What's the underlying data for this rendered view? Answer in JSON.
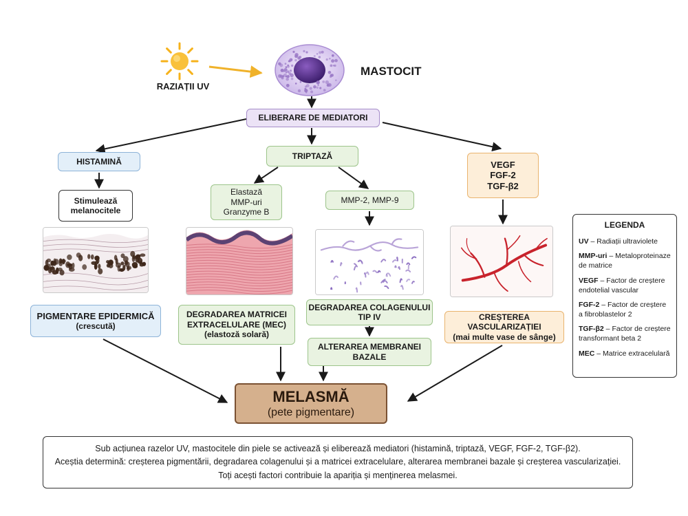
{
  "trigger": {
    "label": "RAZIAȚII UV"
  },
  "cell": {
    "label": "MASTOCIT"
  },
  "release": {
    "label": "ELIBERARE DE MEDIATORI"
  },
  "mediators": {
    "histamine": "HISTAMINĂ",
    "tryptase": "TRIPTAZĂ",
    "growth_factors": [
      "VEGF",
      "FGF-2",
      "TGF-β2"
    ]
  },
  "steps": {
    "stimulates": [
      "Stimulează",
      "melanocitele"
    ],
    "enzymes": [
      "Elastază",
      "MMP-uri",
      "Granzyme B"
    ],
    "mmp": "MMP-2, MMP-9"
  },
  "effects": {
    "pigmentation": [
      "PIGMENTARE EPIDERMICĂ",
      "(crescută)"
    ],
    "ecm": [
      "DEGRADAREA MATRICEI",
      "EXTRACELULARE (MEC)",
      "(elastoză solară)"
    ],
    "collagen": [
      "DEGRADAREA COLAGENULUI",
      "TIP IV"
    ],
    "membrane": [
      "ALTERAREA MEMBRANEI",
      "BAZALE"
    ],
    "vascular": [
      "CREȘTEREA VASCULARIZAȚIEI",
      "(mai multe vase de sânge)"
    ]
  },
  "outcome": {
    "title": "MELASMĂ",
    "subtitle": "(pete pigmentare)"
  },
  "legend": {
    "title": "LEGENDA",
    "items": [
      {
        "abbr": "UV",
        "text": "Radiații ultraviolete"
      },
      {
        "abbr": "MMP-uri",
        "text": "Metaloproteinaze de matrice"
      },
      {
        "abbr": "VEGF",
        "text": "Factor de creștere endotelial vascular"
      },
      {
        "abbr": "FGF-2",
        "text": "Factor de creștere a fibroblastelor 2"
      },
      {
        "abbr": "TGF-β2",
        "text": "Factor de creștere transformant beta 2"
      },
      {
        "abbr": "MEC",
        "text": "Matrice extracelulară"
      }
    ]
  },
  "summary": [
    "Sub acțiunea razelor UV, mastocitele din piele se activează și eliberează mediatori (histamină, triptază, VEGF, FGF-2, TGF-β2).",
    "Aceștia determină: creșterea pigmentării, degradarea colagenului și a matricei extracelulare, alterarea membranei bazale și creșterea vascularizației.",
    "Toți acești factori contribuie la apariția și menținerea melasmei."
  ],
  "colors": {
    "purple_box": "#ece3f6",
    "blue_box": "#e3eff9",
    "green_box": "#e9f3e1",
    "orange_box": "#fdeed9",
    "melasma_box": "#d5b08d",
    "arrow": "#1a1a1a",
    "sun": "#f6b21b",
    "uv_arrow": "#f0b22a",
    "vessel": "#c8232c"
  }
}
